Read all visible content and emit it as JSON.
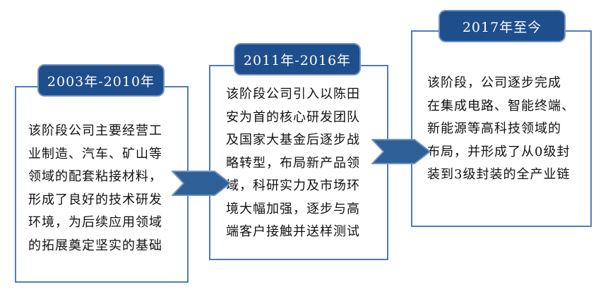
{
  "colors": {
    "box_border": "#4F7DB5",
    "tab_fill": "#1F4E8C",
    "tab_border": "#6F93C3",
    "arrow_fill": "#2F5F97",
    "arrow_stroke": "#6F93C3",
    "text": "#111111"
  },
  "stages": [
    {
      "period": "2003年-2010年",
      "description": "该阶段公司主要经营工\n业制造、汽车、矿山等\n领域的配套粘接材料，\n形成了良好的技术研发\n环境，为后续应用领域\n的拓展奠定坚实的基础"
    },
    {
      "period": "2011年-2016年",
      "description": "该阶段公司引入以陈田\n安为首的核心研发团队\n及国家大基金后逐步战\n略转型，布局新产品领\n域，科研实力及市场环\n境大幅加强，逐步与高\n端客户接触并送样测试"
    },
    {
      "period": "2017年至今",
      "description": "该阶段，公司逐步完成\n在集成电路、智能终端、\n新能源等高科技领域的\n布局，并形成了从0级封\n装到3级封装的全产业链"
    }
  ]
}
